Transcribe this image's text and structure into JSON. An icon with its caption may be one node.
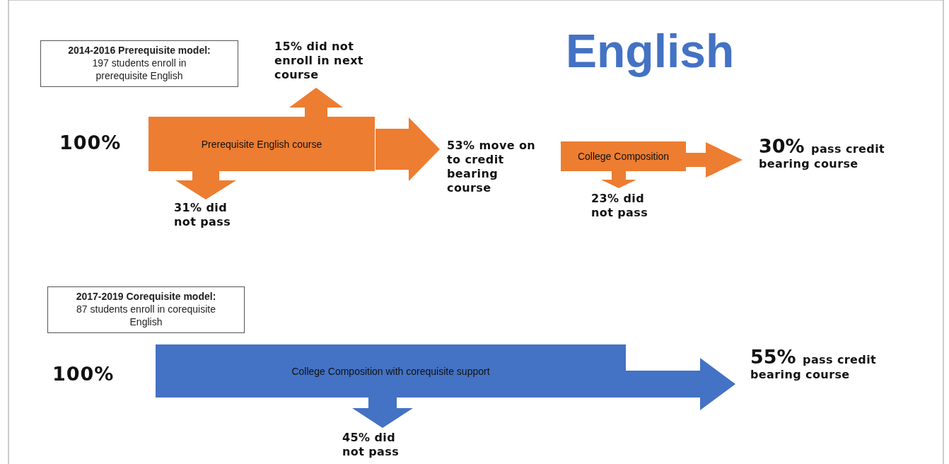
{
  "diagram": {
    "title": "English",
    "nodes": [
      {
        "text": [
          "2014-2016  Prerequisite model:",
          "197 students enroll in prerequisite English"
        ]
      },
      {
        "text": [
          "Prerequisite English course"
        ]
      },
      {
        "text": [
          "15% did not enroll in next course"
        ]
      },
      {
        "text": [
          "31% did not pass"
        ]
      },
      {
        "text": [
          "53% move on to credit bearing course"
        ]
      },
      {
        "text": [
          "College Composition"
        ]
      },
      {
        "text": [
          "23% did not pass"
        ]
      },
      {
        "text": [
          "30%",
          "pass credit bearing course"
        ]
      },
      {
        "text": [
          "2017-2019  Corequisite model:",
          "87 students enroll in corequisite English"
        ]
      },
      {
        "text": [
          "College Composition with corequisite support"
        ]
      },
      {
        "text": [
          "45% did not pass"
        ]
      },
      {
        "text": [
          "55%",
          "pass credit bearing course"
        ]
      }
    ],
    "edges": [
      {
        "from": 1,
        "to": 2,
        "arrow": "to"
      },
      {
        "from": 1,
        "to": 3,
        "arrow": "to"
      },
      {
        "from": 1,
        "to": 4,
        "arrow": "to"
      },
      {
        "from": 5,
        "to": 6,
        "arrow": "to"
      },
      {
        "from": 5,
        "to": 7,
        "arrow": "to"
      },
      {
        "from": 9,
        "to": 10,
        "arrow": "to",
        "color": "#4472c4"
      },
      {
        "from": 9,
        "to": 11,
        "arrow": "to",
        "color": "#4472c4"
      }
    ],
    "labels": [
      "100%",
      "100%"
    ]
  }
}
